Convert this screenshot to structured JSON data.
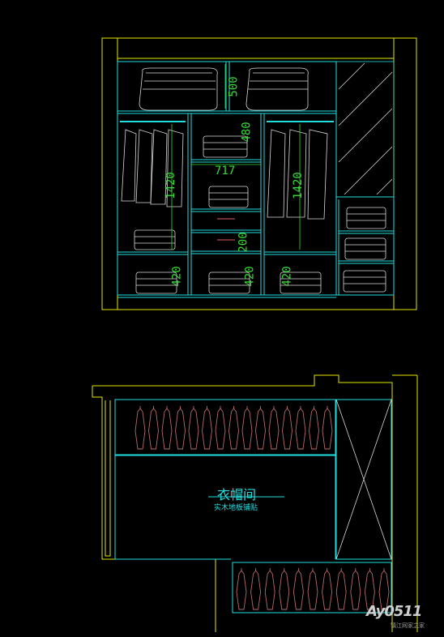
{
  "elevation": {
    "dimensions": {
      "d500": "500",
      "d480": "480",
      "d717": "717",
      "d1420_left": "1420",
      "d1420_right": "1420",
      "d200": "200",
      "d420_a": "420",
      "d420_b": "420",
      "d420_c": "420"
    }
  },
  "plan": {
    "room_name": "衣帽间",
    "floor_note": "实木地板铺贴"
  },
  "watermark": {
    "brand": "Ay0511",
    "sub": "镇江网家之家"
  },
  "colors": {
    "outline": "#e6e600",
    "interior": "#22dede",
    "furniture": "#d8d8d8",
    "dimension_text": "#33dd33",
    "hanger": "#b86a6a"
  }
}
